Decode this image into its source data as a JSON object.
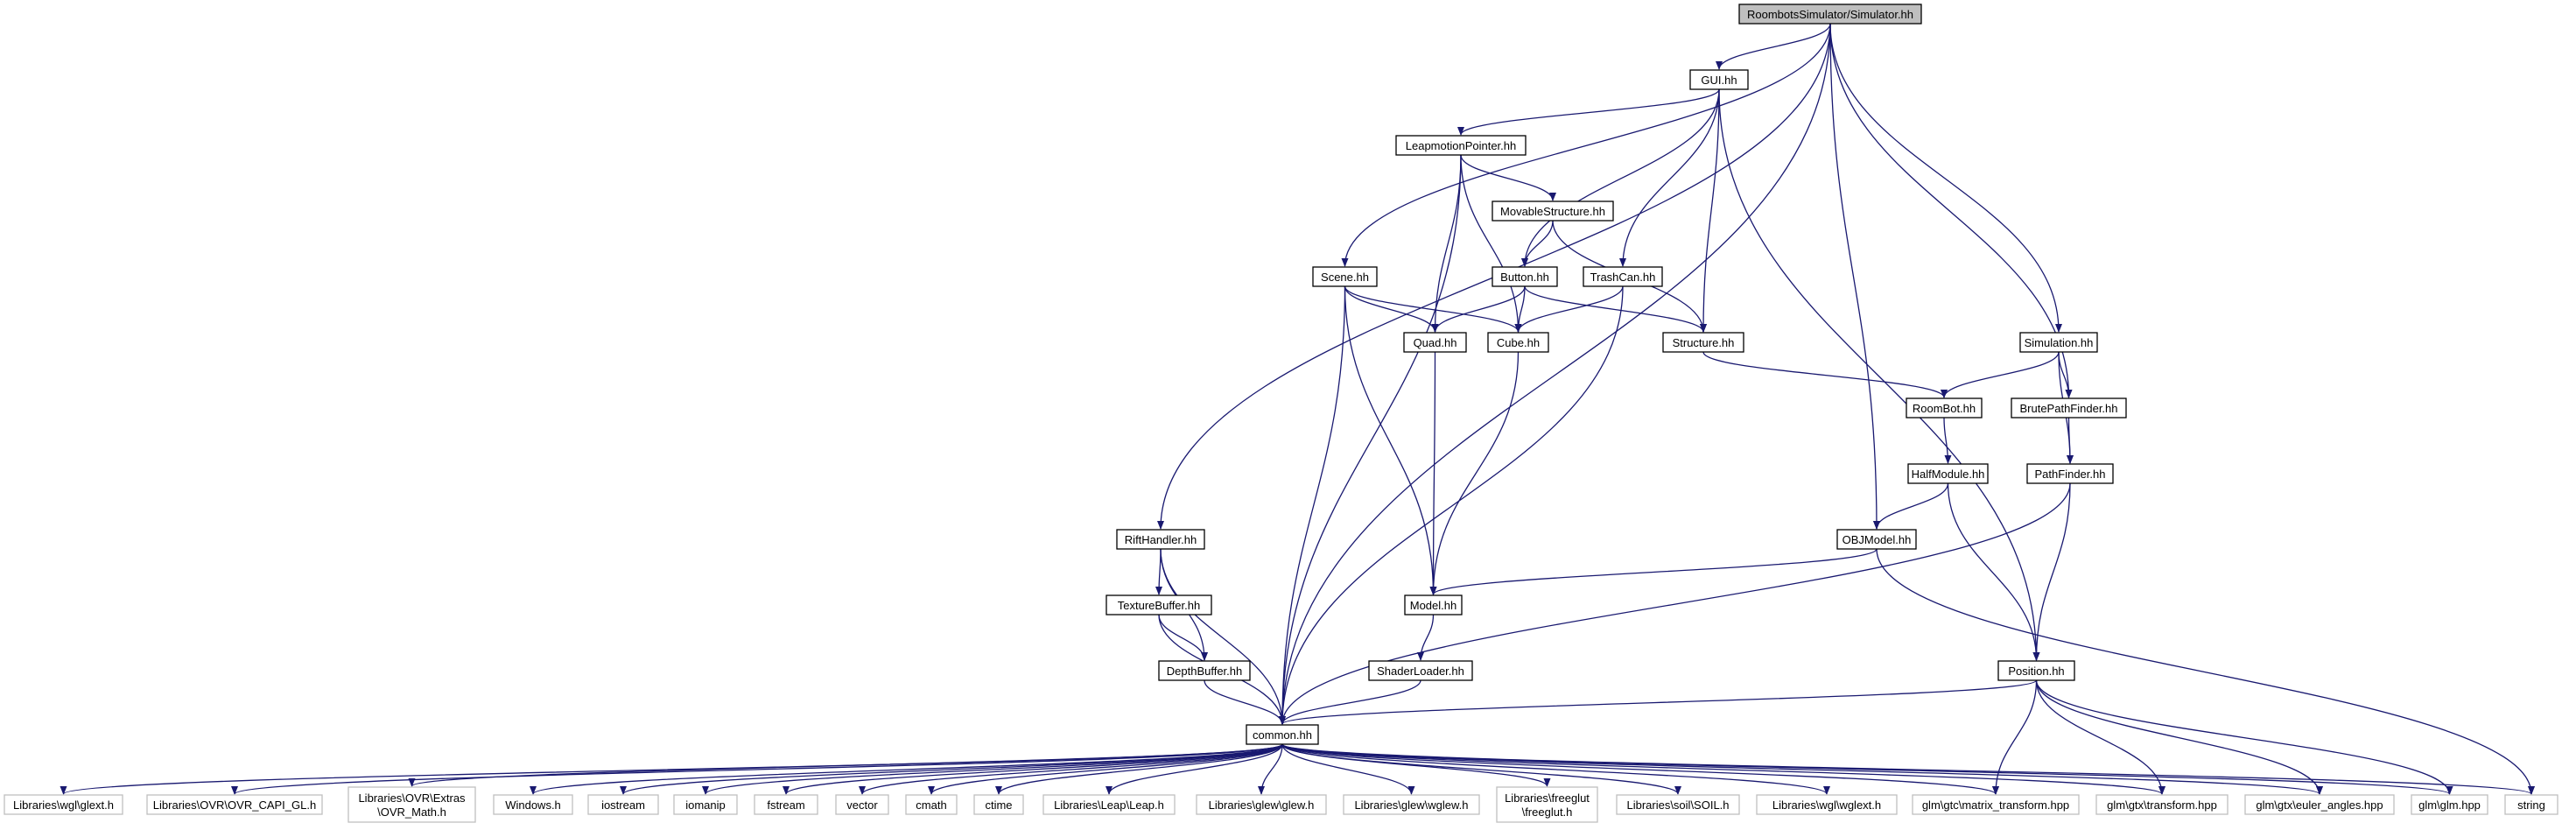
{
  "graph": {
    "root": "RoombotsSimulator/Simulator.hh",
    "colors": {
      "edge": "#191970",
      "root_fill": "#bfbfbf",
      "node_border": "#000000",
      "system_header_border": "#bfbfbf",
      "background": "#ffffff"
    },
    "nodes": [
      {
        "id": "sim",
        "label": "RoombotsSimulator/Simulator.hh",
        "kind": "root"
      },
      {
        "id": "gui",
        "label": "GUI.hh",
        "kind": "local"
      },
      {
        "id": "leap",
        "label": "LeapmotionPointer.hh",
        "kind": "local"
      },
      {
        "id": "movable",
        "label": "MovableStructure.hh",
        "kind": "local"
      },
      {
        "id": "scene",
        "label": "Scene.hh",
        "kind": "local"
      },
      {
        "id": "button",
        "label": "Button.hh",
        "kind": "local"
      },
      {
        "id": "trash",
        "label": "TrashCan.hh",
        "kind": "local"
      },
      {
        "id": "quad",
        "label": "Quad.hh",
        "kind": "local"
      },
      {
        "id": "cube",
        "label": "Cube.hh",
        "kind": "local"
      },
      {
        "id": "structure",
        "label": "Structure.hh",
        "kind": "local"
      },
      {
        "id": "simulation",
        "label": "Simulation.hh",
        "kind": "local"
      },
      {
        "id": "roombot",
        "label": "RoomBot.hh",
        "kind": "local"
      },
      {
        "id": "brute",
        "label": "BrutePathFinder.hh",
        "kind": "local"
      },
      {
        "id": "halfmodule",
        "label": "HalfModule.hh",
        "kind": "local"
      },
      {
        "id": "pathfinder",
        "label": "PathFinder.hh",
        "kind": "local"
      },
      {
        "id": "rift",
        "label": "RiftHandler.hh",
        "kind": "local"
      },
      {
        "id": "objmodel",
        "label": "OBJModel.hh",
        "kind": "local"
      },
      {
        "id": "texbuf",
        "label": "TextureBuffer.hh",
        "kind": "local"
      },
      {
        "id": "model",
        "label": "Model.hh",
        "kind": "local"
      },
      {
        "id": "depthbuf",
        "label": "DepthBuffer.hh",
        "kind": "local"
      },
      {
        "id": "shader",
        "label": "ShaderLoader.hh",
        "kind": "local"
      },
      {
        "id": "position",
        "label": "Position.hh",
        "kind": "local"
      },
      {
        "id": "common",
        "label": "common.hh",
        "kind": "local"
      },
      {
        "id": "wglext",
        "label": "Libraries\\wgl\\glext.h",
        "kind": "system"
      },
      {
        "id": "ovrcapi",
        "label": "Libraries\\OVR\\OVR_CAPI_GL.h",
        "kind": "system"
      },
      {
        "id": "ovrmath",
        "label": [
          "Libraries\\OVR\\Extras",
          "\\OVR_Math.h"
        ],
        "kind": "system"
      },
      {
        "id": "windows",
        "label": "Windows.h",
        "kind": "system"
      },
      {
        "id": "iostream",
        "label": "iostream",
        "kind": "system"
      },
      {
        "id": "iomanip",
        "label": "iomanip",
        "kind": "system"
      },
      {
        "id": "fstream",
        "label": "fstream",
        "kind": "system"
      },
      {
        "id": "vector",
        "label": "vector",
        "kind": "system"
      },
      {
        "id": "cmath",
        "label": "cmath",
        "kind": "system"
      },
      {
        "id": "ctime",
        "label": "ctime",
        "kind": "system"
      },
      {
        "id": "leaph",
        "label": "Libraries\\Leap\\Leap.h",
        "kind": "system"
      },
      {
        "id": "glew",
        "label": "Libraries\\glew\\glew.h",
        "kind": "system"
      },
      {
        "id": "wglew",
        "label": "Libraries\\glew\\wglew.h",
        "kind": "system"
      },
      {
        "id": "freeglut",
        "label": [
          "Libraries\\freeglut",
          "\\freeglut.h"
        ],
        "kind": "system"
      },
      {
        "id": "soil",
        "label": "Libraries\\soil\\SOIL.h",
        "kind": "system"
      },
      {
        "id": "wglwglext",
        "label": "Libraries\\wgl\\wglext.h",
        "kind": "system"
      },
      {
        "id": "mtransform",
        "label": "glm\\gtc\\matrix_transform.hpp",
        "kind": "system"
      },
      {
        "id": "gtxtransform",
        "label": "glm\\gtx\\transform.hpp",
        "kind": "system"
      },
      {
        "id": "euler",
        "label": "glm\\gtx\\euler_angles.hpp",
        "kind": "system"
      },
      {
        "id": "glmhpp",
        "label": "glm\\glm.hpp",
        "kind": "system"
      },
      {
        "id": "string",
        "label": "string",
        "kind": "system"
      }
    ],
    "edges": [
      [
        "sim",
        "gui"
      ],
      [
        "sim",
        "scene"
      ],
      [
        "sim",
        "rift"
      ],
      [
        "sim",
        "objmodel"
      ],
      [
        "sim",
        "simulation"
      ],
      [
        "sim",
        "brute"
      ],
      [
        "sim",
        "common"
      ],
      [
        "gui",
        "leap"
      ],
      [
        "gui",
        "button"
      ],
      [
        "gui",
        "trash"
      ],
      [
        "gui",
        "structure"
      ],
      [
        "gui",
        "position"
      ],
      [
        "leap",
        "movable"
      ],
      [
        "leap",
        "quad"
      ],
      [
        "leap",
        "cube"
      ],
      [
        "leap",
        "common"
      ],
      [
        "movable",
        "button"
      ],
      [
        "movable",
        "structure"
      ],
      [
        "scene",
        "quad"
      ],
      [
        "scene",
        "cube"
      ],
      [
        "scene",
        "model"
      ],
      [
        "scene",
        "common"
      ],
      [
        "button",
        "quad"
      ],
      [
        "button",
        "cube"
      ],
      [
        "button",
        "structure"
      ],
      [
        "trash",
        "cube"
      ],
      [
        "trash",
        "common"
      ],
      [
        "quad",
        "model"
      ],
      [
        "cube",
        "model"
      ],
      [
        "structure",
        "roombot"
      ],
      [
        "simulation",
        "roombot"
      ],
      [
        "simulation",
        "brute"
      ],
      [
        "simulation",
        "pathfinder"
      ],
      [
        "roombot",
        "halfmodule"
      ],
      [
        "halfmodule",
        "objmodel"
      ],
      [
        "halfmodule",
        "position"
      ],
      [
        "brute",
        "pathfinder"
      ],
      [
        "pathfinder",
        "position"
      ],
      [
        "pathfinder",
        "common"
      ],
      [
        "objmodel",
        "model"
      ],
      [
        "objmodel",
        "string"
      ],
      [
        "model",
        "shader"
      ],
      [
        "shader",
        "common"
      ],
      [
        "rift",
        "texbuf"
      ],
      [
        "rift",
        "depthbuf"
      ],
      [
        "rift",
        "common"
      ],
      [
        "texbuf",
        "depthbuf"
      ],
      [
        "texbuf",
        "common"
      ],
      [
        "depthbuf",
        "common"
      ],
      [
        "position",
        "common"
      ],
      [
        "position",
        "mtransform"
      ],
      [
        "position",
        "gtxtransform"
      ],
      [
        "position",
        "euler"
      ],
      [
        "position",
        "glmhpp"
      ],
      [
        "common",
        "wglext"
      ],
      [
        "common",
        "ovrcapi"
      ],
      [
        "common",
        "ovrmath"
      ],
      [
        "common",
        "windows"
      ],
      [
        "common",
        "iostream"
      ],
      [
        "common",
        "iomanip"
      ],
      [
        "common",
        "fstream"
      ],
      [
        "common",
        "vector"
      ],
      [
        "common",
        "cmath"
      ],
      [
        "common",
        "ctime"
      ],
      [
        "common",
        "leaph"
      ],
      [
        "common",
        "glew"
      ],
      [
        "common",
        "wglew"
      ],
      [
        "common",
        "freeglut"
      ],
      [
        "common",
        "soil"
      ],
      [
        "common",
        "wglwglext"
      ],
      [
        "common",
        "mtransform"
      ],
      [
        "common",
        "gtxtransform"
      ],
      [
        "common",
        "euler"
      ],
      [
        "common",
        "glmhpp"
      ],
      [
        "common",
        "string"
      ]
    ]
  }
}
